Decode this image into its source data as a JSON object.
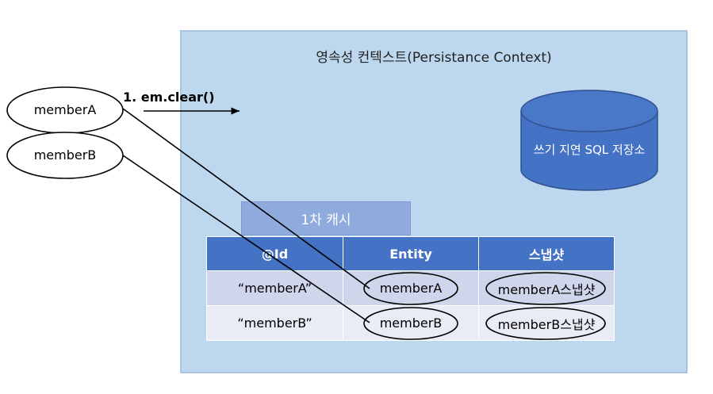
{
  "context": {
    "title": "영속성 컨텍스트(Persistance Context)"
  },
  "write_delay_store": {
    "label": "쓰기 지연 SQL 저장소"
  },
  "first_level_cache": {
    "label": "1차 캐시",
    "columns": [
      "@Id",
      "Entity",
      "스냅샷"
    ],
    "rows": [
      {
        "id": "“memberA”",
        "entity": "memberA",
        "snapshot": "memberA스냅샷"
      },
      {
        "id": "“memberB”",
        "entity": "memberB",
        "snapshot": "memberB스냅샷"
      }
    ]
  },
  "detached_entities": [
    "memberA",
    "memberB"
  ],
  "action": {
    "label": "1. em.clear()"
  },
  "colors": {
    "context_bg": "#bdd7ee",
    "header_bg": "#4472c4",
    "cache_label_bg": "#8faadc",
    "db_fill": "#4472c4"
  }
}
